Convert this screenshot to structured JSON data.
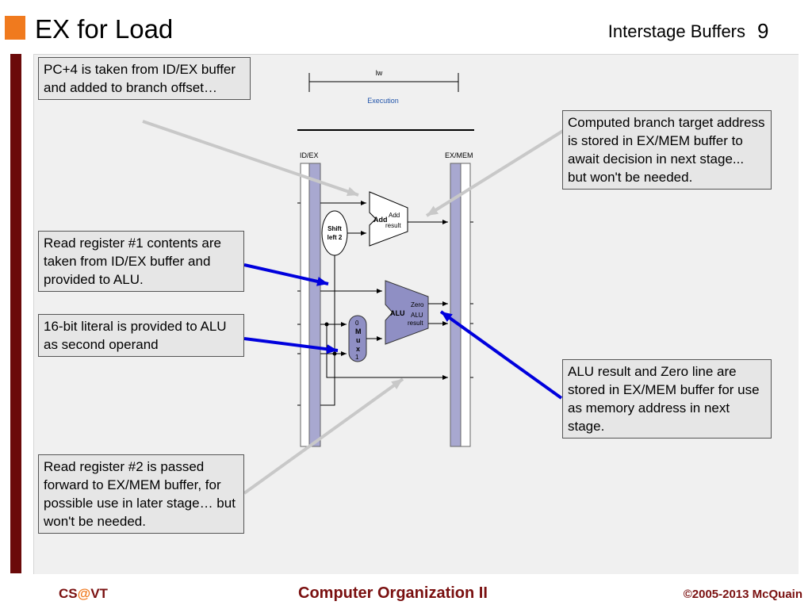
{
  "header": {
    "title": "EX for Load",
    "section": "Interstage Buffers",
    "page_number": "9"
  },
  "diagram": {
    "instruction": "lw",
    "stage": "Execution",
    "id_ex_label": "ID/EX",
    "ex_mem_label": "EX/MEM",
    "shift_line1": "Shift",
    "shift_line2": "left 2",
    "add_label": "Add",
    "add_result_line1": "Add",
    "add_result_line2": "result",
    "alu_label": "ALU",
    "alu_zero": "Zero",
    "alu_result_line1": "ALU",
    "alu_result_line2": "result",
    "mux_0": "0",
    "mux_m": "M",
    "mux_u": "u",
    "mux_x": "x",
    "mux_1": "1"
  },
  "callouts": {
    "pc4": "PC+4 is taken from ID/EX buffer and added to branch offset…",
    "branch_target": "Computed branch target address is stored in EX/MEM buffer to await decision in next stage... but won't be needed.",
    "read_reg1": "Read register #1 contents are taken from ID/EX buffer and provided to ALU.",
    "literal": "16-bit literal is provided to ALU as second operand",
    "alu_result": "ALU result and Zero line are stored in EX/MEM buffer for use as memory address in next stage.",
    "read_reg2": "Read register #2 is passed forward to EX/MEM buffer, for possible use in later stage… but won't be needed."
  },
  "footer": {
    "left_prefix": "CS",
    "left_at": "@",
    "left_suffix": "VT",
    "center": "Computer Organization II",
    "right": "©2005-2013 McQuain"
  },
  "colors": {
    "accent_orange": "#f07a1e",
    "dark_red": "#7a1010",
    "buffer_fill": "#a8a8d0",
    "blue_arrow": "#0000dd",
    "gray_arrow": "#c8c8c8"
  }
}
